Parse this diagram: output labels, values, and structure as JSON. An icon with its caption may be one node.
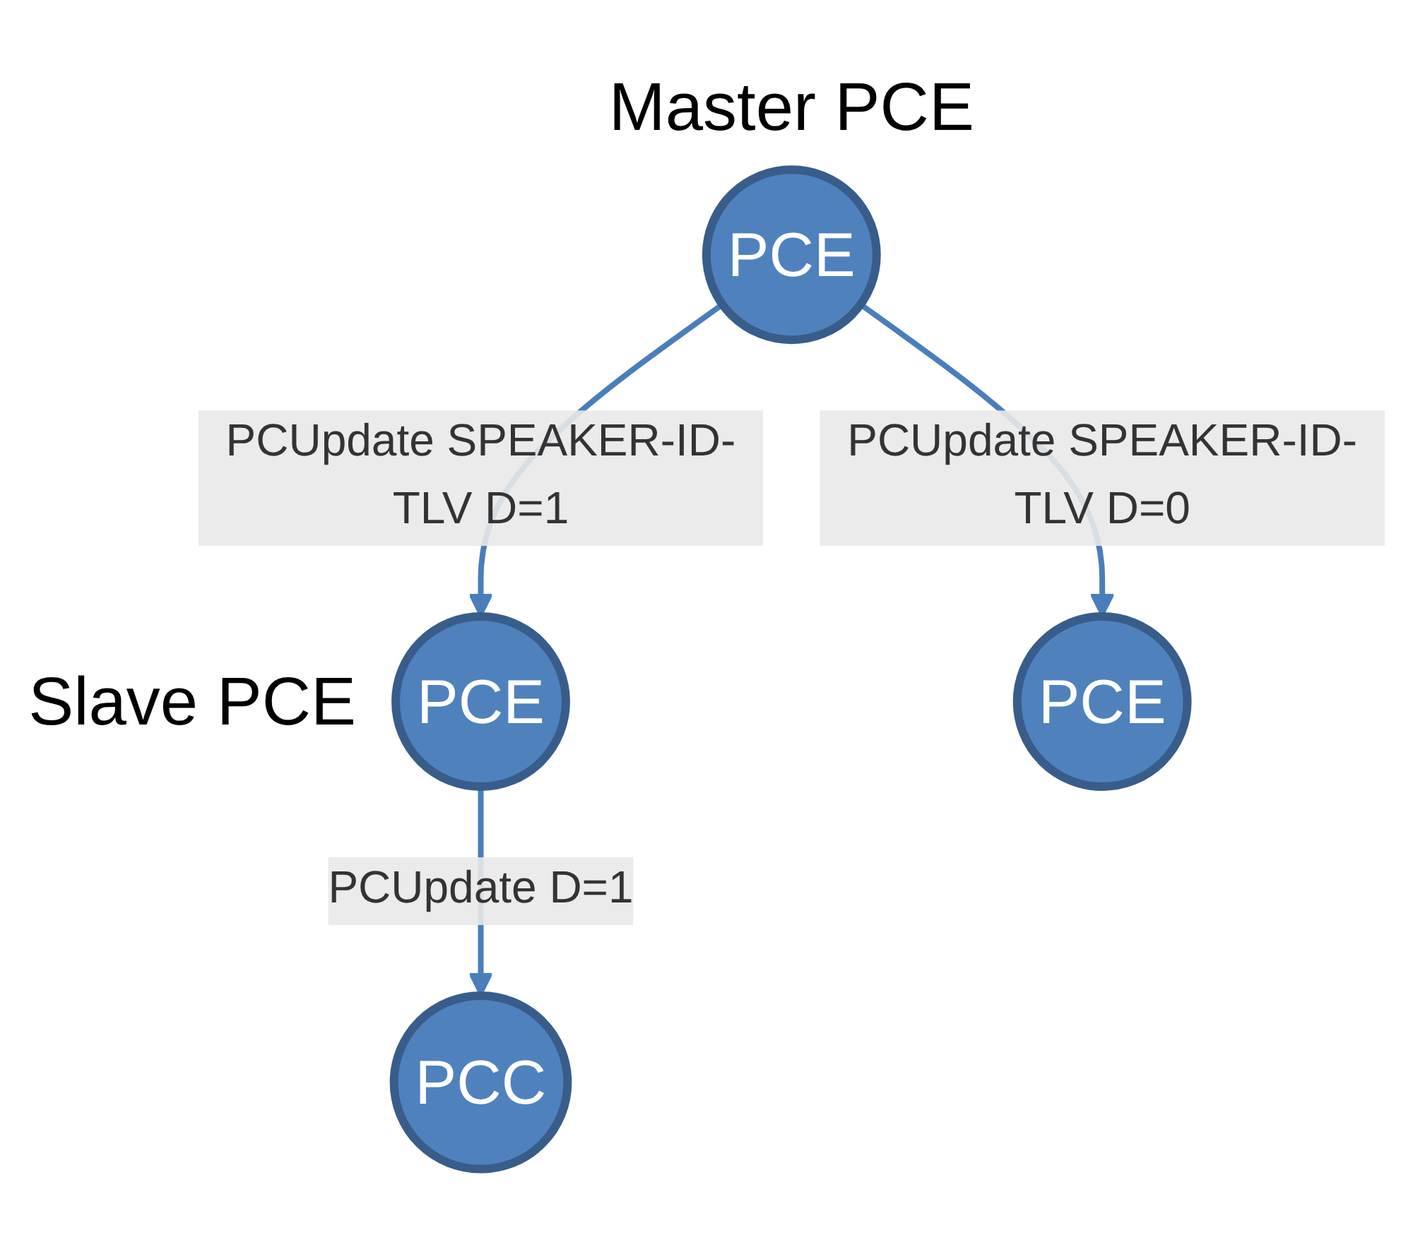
{
  "diagram": {
    "nodes": [
      {
        "text": [
          "PCE"
        ],
        "beside": [
          "Master PCE"
        ]
      },
      {
        "text": [
          "PCE"
        ],
        "beside": [
          "Slave PCE"
        ]
      },
      {
        "text": [
          "PCE"
        ]
      },
      {
        "text": [
          "PCC"
        ]
      }
    ],
    "edges": [
      {
        "from": 0,
        "to": 1,
        "arrow": "to",
        "label": "PCUpdate SPEAKER-ID-TLV D=1"
      },
      {
        "from": 0,
        "to": 2,
        "arrow": "to",
        "label": "PCUpdate SPEAKER-ID-TLV D=0"
      },
      {
        "from": 1,
        "to": 3,
        "arrow": "to",
        "label": "PCUpdate D=1"
      }
    ]
  }
}
